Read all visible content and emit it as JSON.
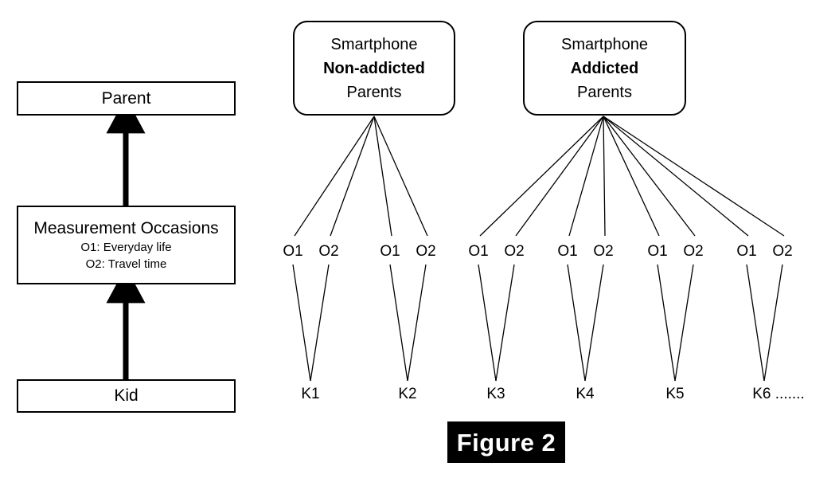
{
  "figure": {
    "caption": "Figure 2",
    "caption_bg": "#000000",
    "caption_fg": "#ffffff",
    "stroke_color": "#000000",
    "background": "#ffffff"
  },
  "legend": {
    "parent": {
      "title": "Parent"
    },
    "measurement": {
      "title": "Measurement Occasions",
      "sub1": "O1: Everyday life",
      "sub2": "O2: Travel time"
    },
    "kid": {
      "title": "Kid"
    }
  },
  "groups": [
    {
      "id": "non-addicted",
      "line1": "Smartphone",
      "line2": "Non-addicted",
      "line3": "Parents",
      "kids": [
        "K1",
        "K2"
      ]
    },
    {
      "id": "addicted",
      "line1": "Smartphone",
      "line2": "Addicted",
      "line3": "Parents",
      "kids": [
        "K3",
        "K4",
        "K5",
        "K6 ......."
      ]
    }
  ],
  "occasions": {
    "o1": "O1",
    "o2": "O2",
    "labels": [
      "O1",
      "O2",
      "O1",
      "O2",
      "O1",
      "O2",
      "O1",
      "O2",
      "O1",
      "O2",
      "O1",
      "O2"
    ]
  },
  "kids": [
    "K1",
    "K2",
    "K3",
    "K4",
    "K5",
    "K6 ......."
  ]
}
